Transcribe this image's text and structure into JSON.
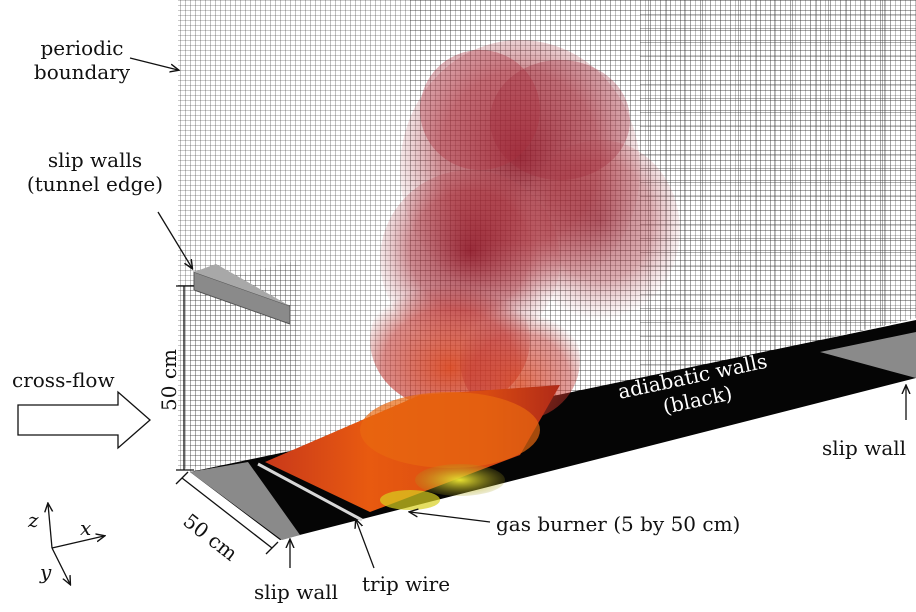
{
  "labels": {
    "periodic_boundary_line1": "periodic",
    "periodic_boundary_line2": "boundary",
    "slip_walls_line1": "slip walls",
    "slip_walls_line2": "(tunnel edge)",
    "cross_flow": "cross-flow",
    "height_dim": "50 cm",
    "width_dim": "50 cm",
    "adiabatic_line1": "adiabatic walls",
    "adiabatic_line2": "(black)",
    "slip_wall_right": "slip wall",
    "slip_wall_bottom": "slip wall",
    "trip_wire": "trip wire",
    "gas_burner": "gas burner (5 by 50 cm)"
  },
  "axes": {
    "z": "z",
    "x": "x",
    "y": "y"
  },
  "colors": {
    "grid_line": "#3a3a3a",
    "floor_black": "#050505",
    "slip_wall_gray": "#8a8a8a",
    "flame_orange": "#e0520f",
    "flame_yellow": "#d8d020",
    "plume_red": "#a0202a"
  }
}
